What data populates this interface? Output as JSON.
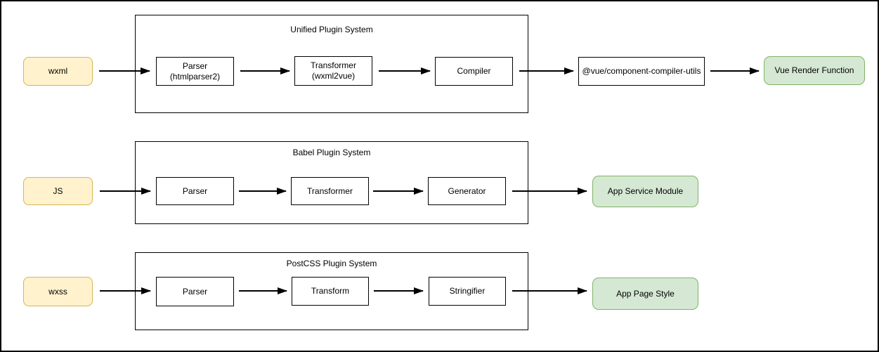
{
  "diagram_title": "",
  "colors": {
    "input_fill": "#FFF2CC",
    "input_border": "#D6B656",
    "output_fill": "#D5E8D4",
    "output_border": "#82B366",
    "box_fill": "#FFFFFF",
    "line": "#000000",
    "text": "#000000"
  },
  "rows": [
    {
      "input": "wxml",
      "system_title": "Unified Plugin System",
      "stages": [
        "Parser\n(htmlparser2)",
        "Transformer\n(wxml2vue)",
        "Compiler"
      ],
      "intermediate": "@vue/component-compiler-utils",
      "output": "Vue Render Function"
    },
    {
      "input": "JS",
      "system_title": "Babel Plugin System",
      "stages": [
        "Parser",
        "Transformer",
        "Generator"
      ],
      "output": "App Service Module"
    },
    {
      "input": "wxss",
      "system_title": "PostCSS Plugin System",
      "stages": [
        "Parser",
        "Transform",
        "Stringifier"
      ],
      "output": "App Page Style"
    }
  ]
}
